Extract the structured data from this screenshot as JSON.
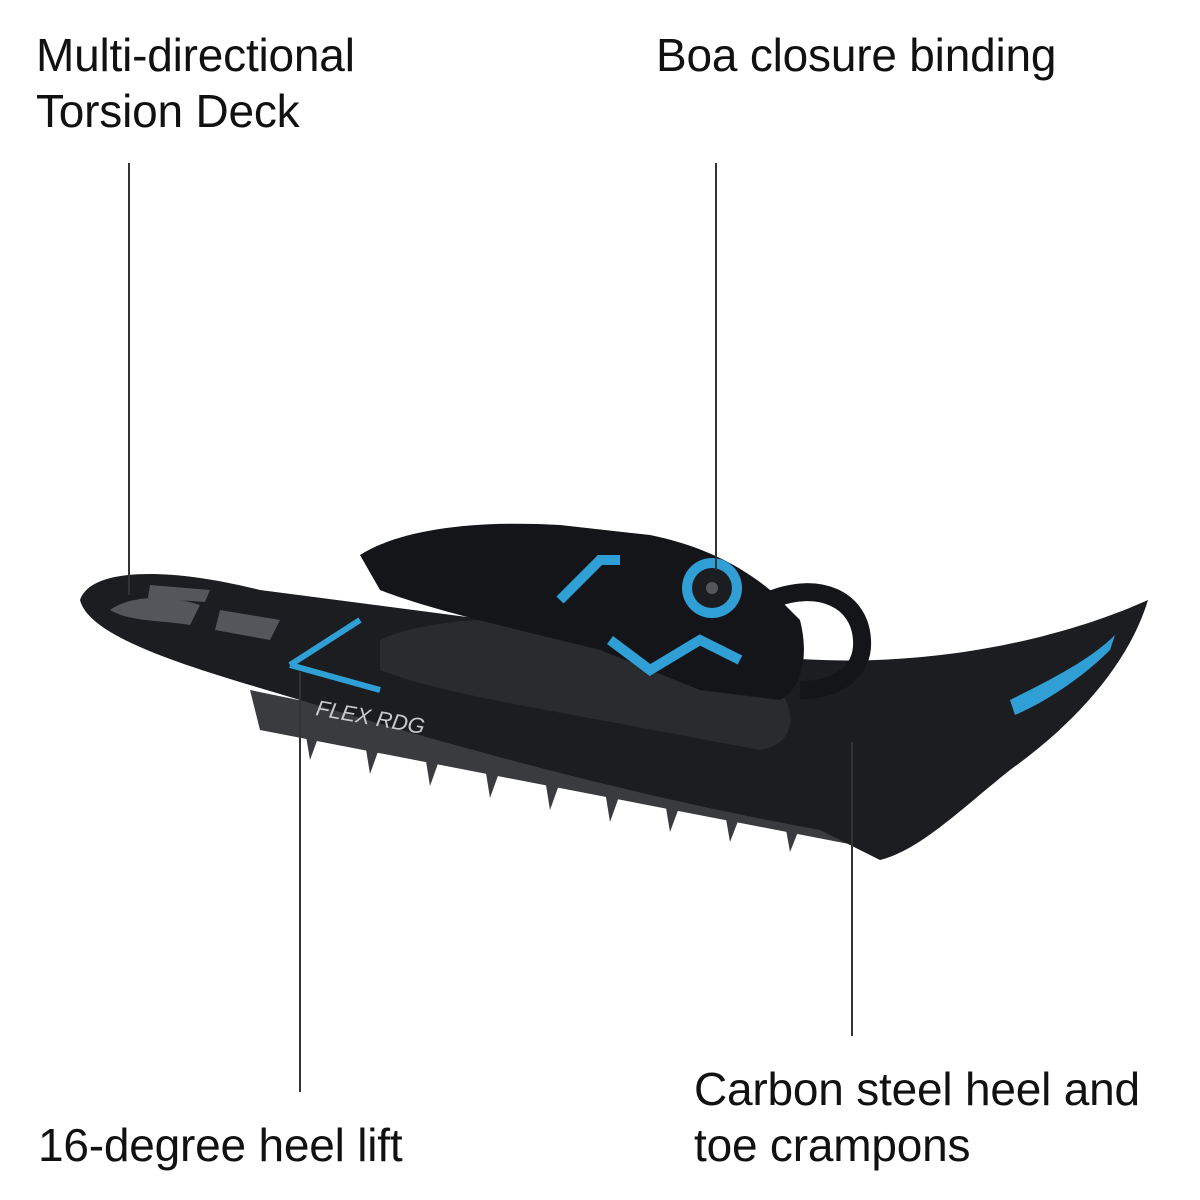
{
  "callouts": {
    "torsion_deck": {
      "line1": "Multi-directional",
      "line2": "Torsion Deck"
    },
    "boa_binding": {
      "line1": "Boa closure binding"
    },
    "heel_lift": {
      "line1": "16-degree heel lift"
    },
    "crampons": {
      "line1": "Carbon steel heel and",
      "line2": "toe crampons"
    }
  },
  "product": {
    "brand_mark": "FLEX RDG",
    "colors": {
      "frame": "#1c1d20",
      "accent": "#2f9fd6",
      "teeth": "#3a3b3f"
    }
  }
}
